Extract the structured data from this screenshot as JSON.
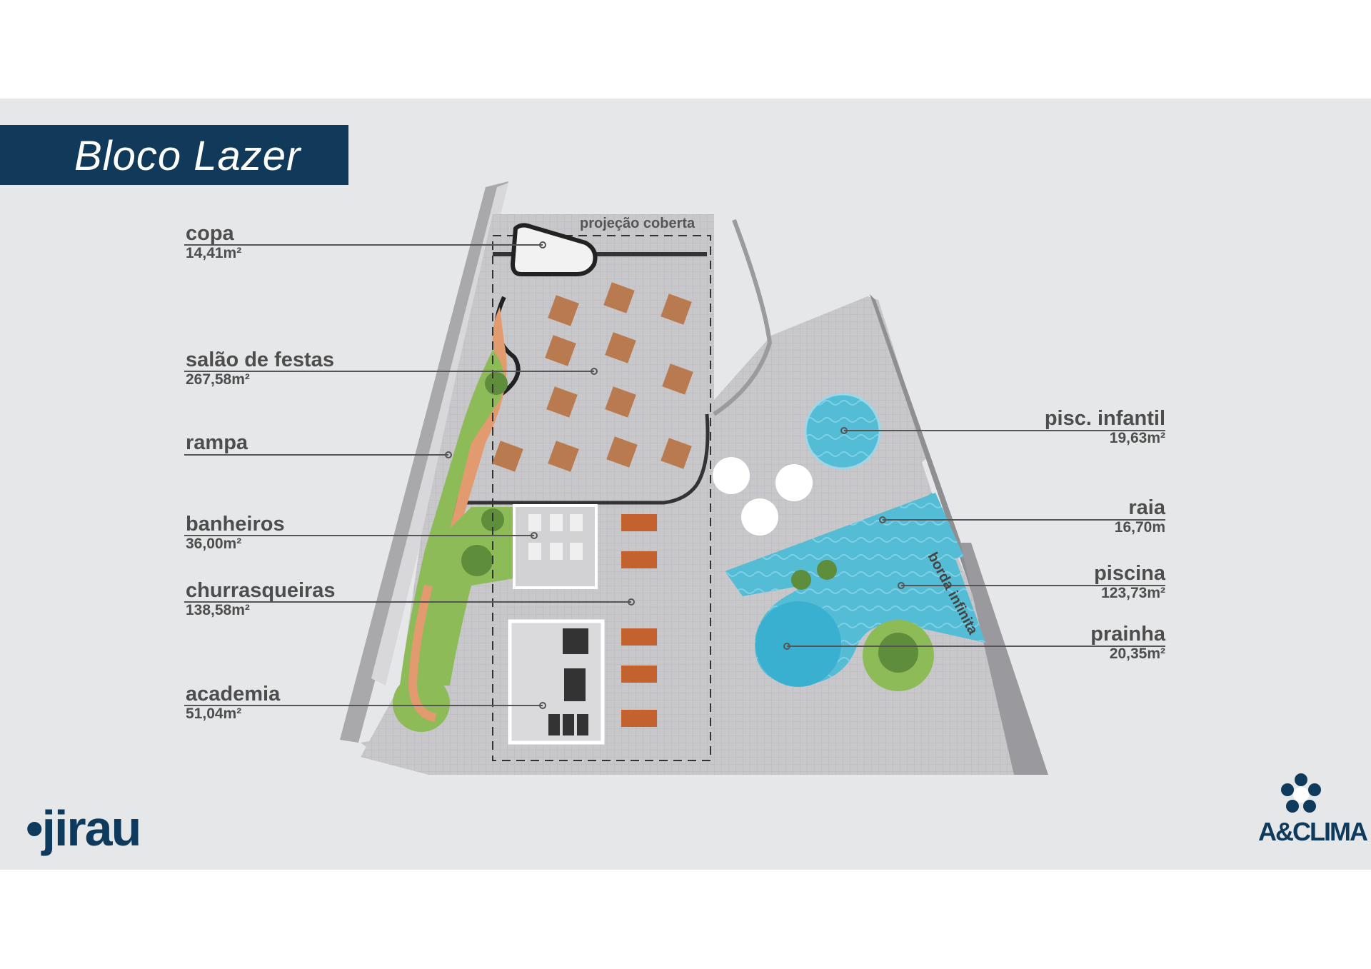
{
  "title": "Bloco Lazer",
  "plan_notes": {
    "covered_projection": "projeção coberta",
    "infinity_edge": "borda infinita"
  },
  "labels": {
    "copa": {
      "name": "copa",
      "area": "14,41m²"
    },
    "salao": {
      "name": "salão de festas",
      "area": "267,58m²"
    },
    "rampa": {
      "name": "rampa"
    },
    "banheiros": {
      "name": "banheiros",
      "area": "36,00m²"
    },
    "churrasqueiras": {
      "name": "churrasqueiras",
      "area": "138,58m²"
    },
    "academia": {
      "name": "academia",
      "area": "51,04m²"
    },
    "pisc_infantil": {
      "name": "pisc. infantil",
      "area": "19,63m²"
    },
    "raia": {
      "name": "raia",
      "area": "16,70m"
    },
    "piscina": {
      "name": "piscina",
      "area": "123,73m²"
    },
    "prainha": {
      "name": "prainha",
      "area": "20,35m²"
    }
  },
  "logos": {
    "jirau": "jirau",
    "aclima": "A&CLIMA"
  },
  "colors": {
    "brand_navy": "#10395a",
    "floor": "#c6c6c9",
    "pool": "#55bcd6",
    "grass": "#8dbb58",
    "table": "#b87a4e"
  }
}
